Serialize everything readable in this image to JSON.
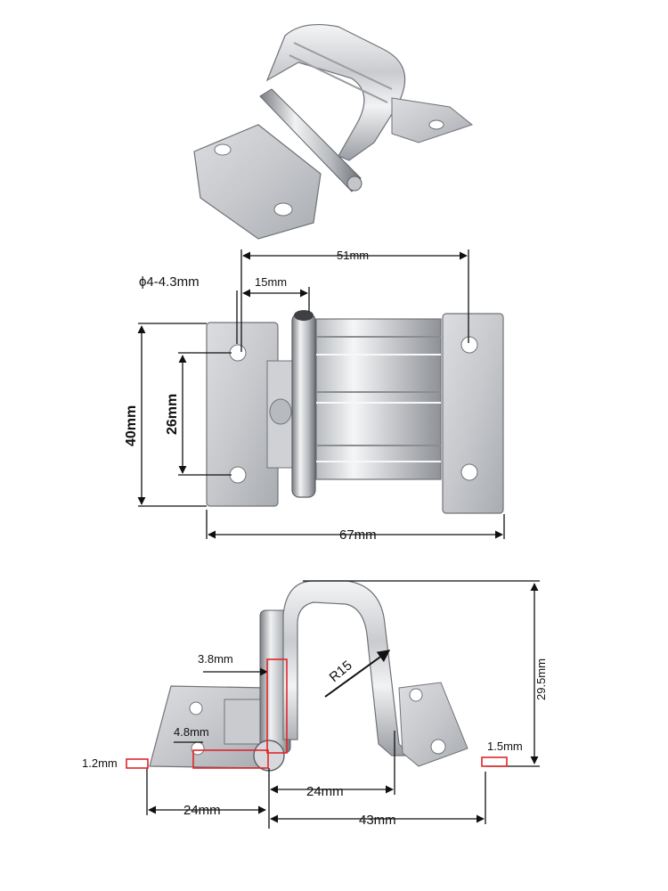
{
  "views": {
    "top": {
      "labels": {
        "width_51": "51mm",
        "hole_dia": "ϕ4-4.3mm",
        "offset_15": "15mm",
        "height_40": "40mm",
        "hole_spacing_26": "26mm",
        "total_67": "67mm"
      }
    },
    "side": {
      "labels": {
        "pin_3_8": "3.8mm",
        "radius": "R15",
        "height_29_5": "29.5mm",
        "knuckle_4_8": "4.8mm",
        "thick_1_2": "1.2mm",
        "thick_1_5": "1.5mm",
        "offset_24a": "24mm",
        "offset_24b": "24mm",
        "width_43": "43mm"
      }
    }
  },
  "colors": {
    "dimension_line": "#111111",
    "marker_red": "#e0262b",
    "metal_light": "#e9eaec",
    "metal_dark": "#8a8d92"
  }
}
